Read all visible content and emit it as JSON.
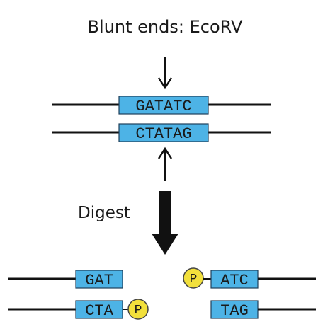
{
  "title": "Blunt ends: EcoRV",
  "site": {
    "top_strand": "GATATC",
    "bottom_strand": "CTATAG"
  },
  "step_label": "Digest",
  "products": {
    "left_top": "GAT",
    "left_bottom": "CTA",
    "right_top": "ATC",
    "right_bottom": "TAG",
    "phosphate": "P"
  },
  "colors": {
    "box_fill": "#4db3e6",
    "box_stroke": "#1f3f5a",
    "phosphate_fill": "#f2e03c",
    "line": "#111111"
  },
  "icons": [
    "down-arrow-icon",
    "up-arrow-icon",
    "digest-arrow-icon"
  ]
}
